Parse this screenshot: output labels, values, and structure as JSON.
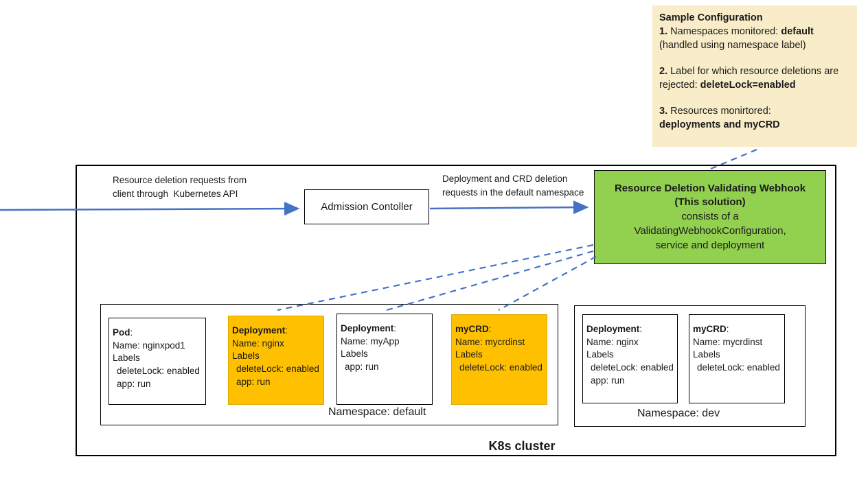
{
  "colors": {
    "accent_blue": "#4472C4",
    "highlight_orange": "#FFC000",
    "solution_green": "#92D050",
    "note_cream": "#F9EDC9"
  },
  "punct": {
    "colon": ":"
  },
  "sample_config": {
    "title": "Sample Configuration",
    "item1_num": "1.",
    "item1_text": " Namespaces monitored: ",
    "item1_bold": "default",
    "item1_line2": "(handled using namespace label)",
    "item2_num": "2.",
    "item2_text": " Label for which resource deletions are rejected: ",
    "item2_bold": "deleteLock=enabled",
    "item3_num": "3.",
    "item3_text": " Resources monirtored:",
    "item3_bold": "deployments and myCRD"
  },
  "flow": {
    "left_arrow_label": "Resource deletion requests from\nclient through  Kubernetes API",
    "mid_arrow_label": "Deployment and CRD deletion\nrequests in the default namespace",
    "admission_controller_label": "Admission Contoller"
  },
  "webhook": {
    "title": "Resource Deletion Validating Webhook",
    "subtitle": "(This solution)",
    "desc1": "consists of a",
    "desc2": "ValidatingWebhookConfiguration,",
    "desc3": "service and deployment"
  },
  "cluster": {
    "title": "K8s cluster",
    "namespaces": [
      {
        "label": "Namespace: default",
        "cards": [
          {
            "type": "Pod",
            "name": "Name: nginxpod1",
            "labels_title": "Labels",
            "labels": [
              "deleteLock: enabled",
              "app: run"
            ],
            "highlighted": false
          },
          {
            "type": "Deployment",
            "name": "Name: nginx",
            "labels_title": "Labels",
            "labels": [
              "deleteLock: enabled",
              "app: run"
            ],
            "highlighted": true
          },
          {
            "type": "Deployment",
            "name": "Name: myApp",
            "labels_title": "Labels",
            "labels": [
              "app: run"
            ],
            "highlighted": false
          },
          {
            "type": "myCRD",
            "name": "Name: mycrdinst",
            "labels_title": "Labels",
            "labels": [
              "deleteLock: enabled"
            ],
            "highlighted": true
          }
        ]
      },
      {
        "label": "Namespace: dev",
        "cards": [
          {
            "type": "Deployment",
            "name": "Name: nginx",
            "labels_title": "Labels",
            "labels": [
              "deleteLock: enabled",
              "app: run"
            ],
            "highlighted": false
          },
          {
            "type": "myCRD",
            "name": "Name: mycrdinst",
            "labels_title": "Labels",
            "labels": [
              "deleteLock: enabled"
            ],
            "highlighted": false
          }
        ]
      }
    ]
  }
}
